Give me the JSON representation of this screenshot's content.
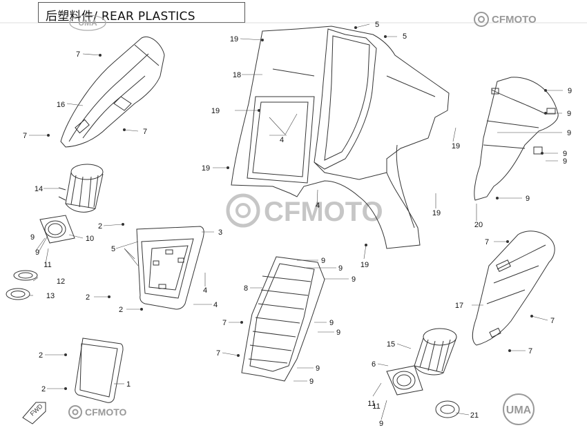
{
  "header": {
    "title": "后塑料件/ REAR PLASTICS"
  },
  "brand": {
    "cfmoto_logo_text": "CFMOTO",
    "uma_logo_text": "UMA",
    "watermark_text": "CFMOTO",
    "fwd_label": "FWD"
  },
  "callouts": [
    {
      "id": "c5a",
      "text": "5"
    },
    {
      "id": "c5b",
      "text": "5"
    },
    {
      "id": "c7a",
      "text": "7"
    },
    {
      "id": "c19a",
      "text": "19"
    },
    {
      "id": "c18",
      "text": "18"
    },
    {
      "id": "c16",
      "text": "16"
    },
    {
      "id": "c7b",
      "text": "7"
    },
    {
      "id": "c7c",
      "text": "7"
    },
    {
      "id": "c9a",
      "text": "9"
    },
    {
      "id": "c19b",
      "text": "19"
    },
    {
      "id": "c9b",
      "text": "9"
    },
    {
      "id": "c9c",
      "text": "9"
    },
    {
      "id": "c4a",
      "text": "4"
    },
    {
      "id": "c19c",
      "text": "19"
    },
    {
      "id": "c19d",
      "text": "19"
    },
    {
      "id": "c9d",
      "text": "9"
    },
    {
      "id": "c9e",
      "text": "9"
    },
    {
      "id": "c14",
      "text": "14"
    },
    {
      "id": "c4b",
      "text": "4"
    },
    {
      "id": "c9f",
      "text": "9"
    },
    {
      "id": "c19e",
      "text": "19"
    },
    {
      "id": "c20",
      "text": "20"
    },
    {
      "id": "c2a",
      "text": "2"
    },
    {
      "id": "c3",
      "text": "3"
    },
    {
      "id": "c10",
      "text": "10"
    },
    {
      "id": "c9g",
      "text": "9"
    },
    {
      "id": "c5c",
      "text": "5"
    },
    {
      "id": "c7d",
      "text": "7"
    },
    {
      "id": "c11a",
      "text": "11"
    },
    {
      "id": "c19f",
      "text": "19"
    },
    {
      "id": "c9h",
      "text": "9"
    },
    {
      "id": "c9i",
      "text": "9"
    },
    {
      "id": "c12",
      "text": "12"
    },
    {
      "id": "c4c",
      "text": "4"
    },
    {
      "id": "c9j",
      "text": "9"
    },
    {
      "id": "c8",
      "text": "8"
    },
    {
      "id": "c13",
      "text": "13"
    },
    {
      "id": "c2b",
      "text": "2"
    },
    {
      "id": "c4d",
      "text": "4"
    },
    {
      "id": "c17",
      "text": "17"
    },
    {
      "id": "c2c",
      "text": "2"
    },
    {
      "id": "c7e",
      "text": "7"
    },
    {
      "id": "c9k",
      "text": "9"
    },
    {
      "id": "c7f",
      "text": "7"
    },
    {
      "id": "c9l",
      "text": "9"
    },
    {
      "id": "c15",
      "text": "15"
    },
    {
      "id": "c7g",
      "text": "7"
    },
    {
      "id": "c7h",
      "text": "7"
    },
    {
      "id": "c2d",
      "text": "2"
    },
    {
      "id": "c6",
      "text": "6"
    },
    {
      "id": "c9m",
      "text": "9"
    },
    {
      "id": "c1",
      "text": "1"
    },
    {
      "id": "c9n",
      "text": "9"
    },
    {
      "id": "c2e",
      "text": "2"
    },
    {
      "id": "c11b",
      "text": "11"
    },
    {
      "id": "c21",
      "text": "21"
    },
    {
      "id": "c9o",
      "text": "9"
    },
    {
      "id": "c11c",
      "text": "11"
    },
    {
      "id": "c9p",
      "text": "9"
    }
  ]
}
